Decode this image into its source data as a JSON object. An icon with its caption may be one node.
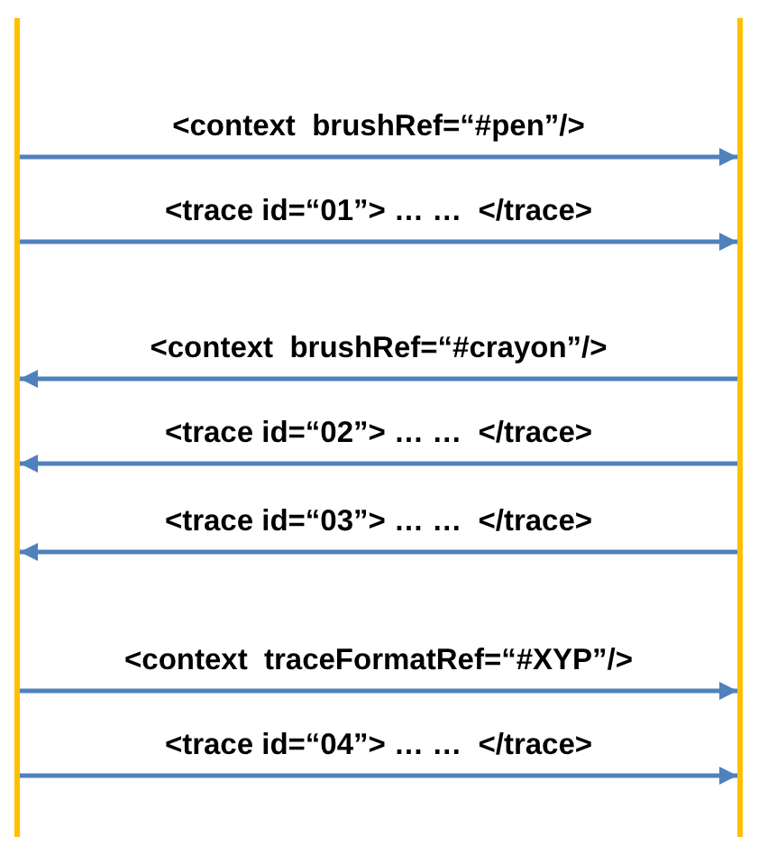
{
  "diagram": {
    "nodes": [
      {
        "text": [],
        "shape": "bar"
      },
      {
        "text": [],
        "shape": "bar"
      }
    ],
    "edges": [
      {
        "from": 0,
        "to": 1,
        "arrow": "to",
        "label": "<context  brushRef=“#pen”/>"
      },
      {
        "from": 0,
        "to": 1,
        "arrow": "to",
        "label": "<trace id=“01”> … …  </trace>"
      },
      {
        "from": 1,
        "to": 0,
        "arrow": "to",
        "label": "<context  brushRef=“#crayon”/>"
      },
      {
        "from": 1,
        "to": 0,
        "arrow": "to",
        "label": "<trace id=“02”> … …  </trace>"
      },
      {
        "from": 1,
        "to": 0,
        "arrow": "to",
        "label": "<trace id=“03”> … …  </trace>"
      },
      {
        "from": 0,
        "to": 1,
        "arrow": "to",
        "label": "<context  traceFormatRef=“#XYP”/>"
      },
      {
        "from": 0,
        "to": 1,
        "arrow": "to",
        "label": "<trace id=“04”> … …  </trace>"
      }
    ]
  }
}
